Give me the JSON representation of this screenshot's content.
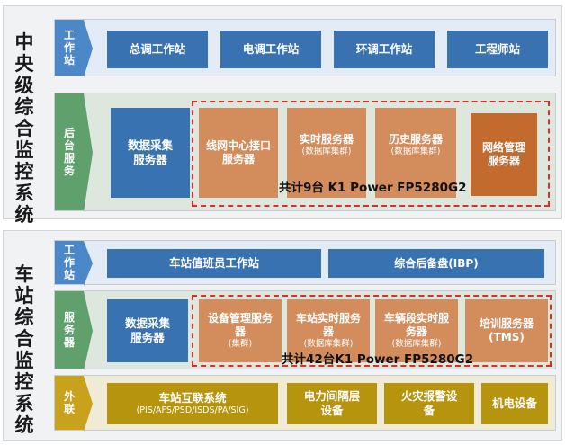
{
  "central": {
    "title": "中央级综合监控系统",
    "workstation": {
      "tab": "工作站",
      "items": [
        "总调工作站",
        "电调工作站",
        "环调工作站",
        "工程师站"
      ]
    },
    "backend": {
      "tab": "后台服务",
      "data_server": "数据采集服务器",
      "line_center": "线网中心接口服务器",
      "realtime": "实时服务器",
      "realtime_sub": "(数据库集群)",
      "history": "历史服务器",
      "history_sub": "(数据库集群)",
      "network": "网络管理服务器",
      "total": "共计9台 K1 Power FP5280G2"
    }
  },
  "station": {
    "title": "车站综合监控系统",
    "workstation": {
      "tab": "工作站",
      "duty": "车站值班员工作站",
      "ibp": "综合后备盘(IBP)"
    },
    "server": {
      "tab": "服务器",
      "data_server": "数据采集服务器",
      "equip": "设备管理服务器",
      "equip_sub": "(集群)",
      "station_rt": "车站实时服务器",
      "station_rt_sub": "(数据库集群)",
      "depot_rt": "车辆段实时服务器",
      "depot_rt_sub": "(数据库集群)",
      "training": "培训服务器(TMS)",
      "total": "共计42台K1 Power FP5280G2"
    },
    "external": {
      "tab": "外联",
      "interconnect": "车站互联系统",
      "interconnect_sub": "(PIS/AFS/PSD/ISDS/PA/SIG)",
      "power": "电力间隔层设备",
      "fire": "火灾报警设备",
      "mech": "机电设备"
    }
  },
  "colors": {
    "ws_tab": "#4c88c8",
    "bk_tab": "#5fa06c",
    "ext_tab": "#c8a21d",
    "blue_box": "#3972b0",
    "orange_box": "#d38c5c",
    "dark_orange_box": "#c36b2f",
    "yellow_box": "#b7940e",
    "dashed_border": "#e02b2b"
  }
}
